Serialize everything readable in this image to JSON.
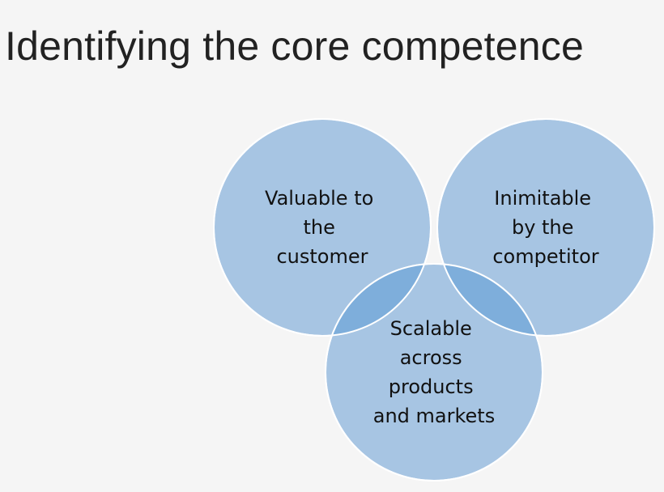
{
  "title": "Identifying the core competence",
  "colors": {
    "background": "#f5f5f5",
    "circle_fill": "#a7c5e3",
    "circle_stroke": "#ffffff",
    "overlap_fill": "#7eaedb",
    "text": "#111111"
  },
  "circles": [
    {
      "id": "valuable",
      "lines": [
        "Valuable to",
        "the",
        "customer"
      ]
    },
    {
      "id": "inimitable",
      "lines": [
        "Inimitable",
        "by the",
        "competitor"
      ]
    },
    {
      "id": "scalable",
      "lines": [
        "Scalable",
        "across",
        "products",
        "and markets"
      ]
    }
  ]
}
